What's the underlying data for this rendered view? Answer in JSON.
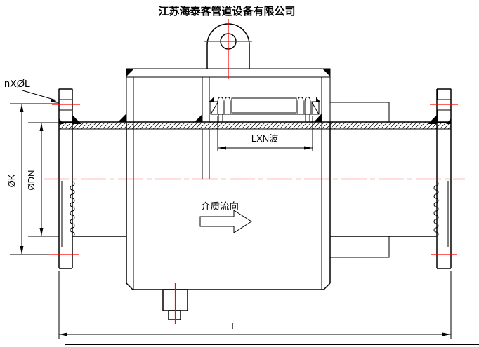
{
  "drawing": {
    "company_title": "江苏海泰客管道设备有限公司",
    "labels": {
      "bolt_holes": "nXØL",
      "bolt_circle": "ØK",
      "nominal_bore": "ØDN",
      "bellows_length": "LXN波",
      "flow_direction": "介质流向",
      "overall_length": "L"
    },
    "colors": {
      "line": "#000000",
      "centerline": "#ff0000",
      "title": "#ff0000",
      "background": "#ffffff"
    }
  }
}
